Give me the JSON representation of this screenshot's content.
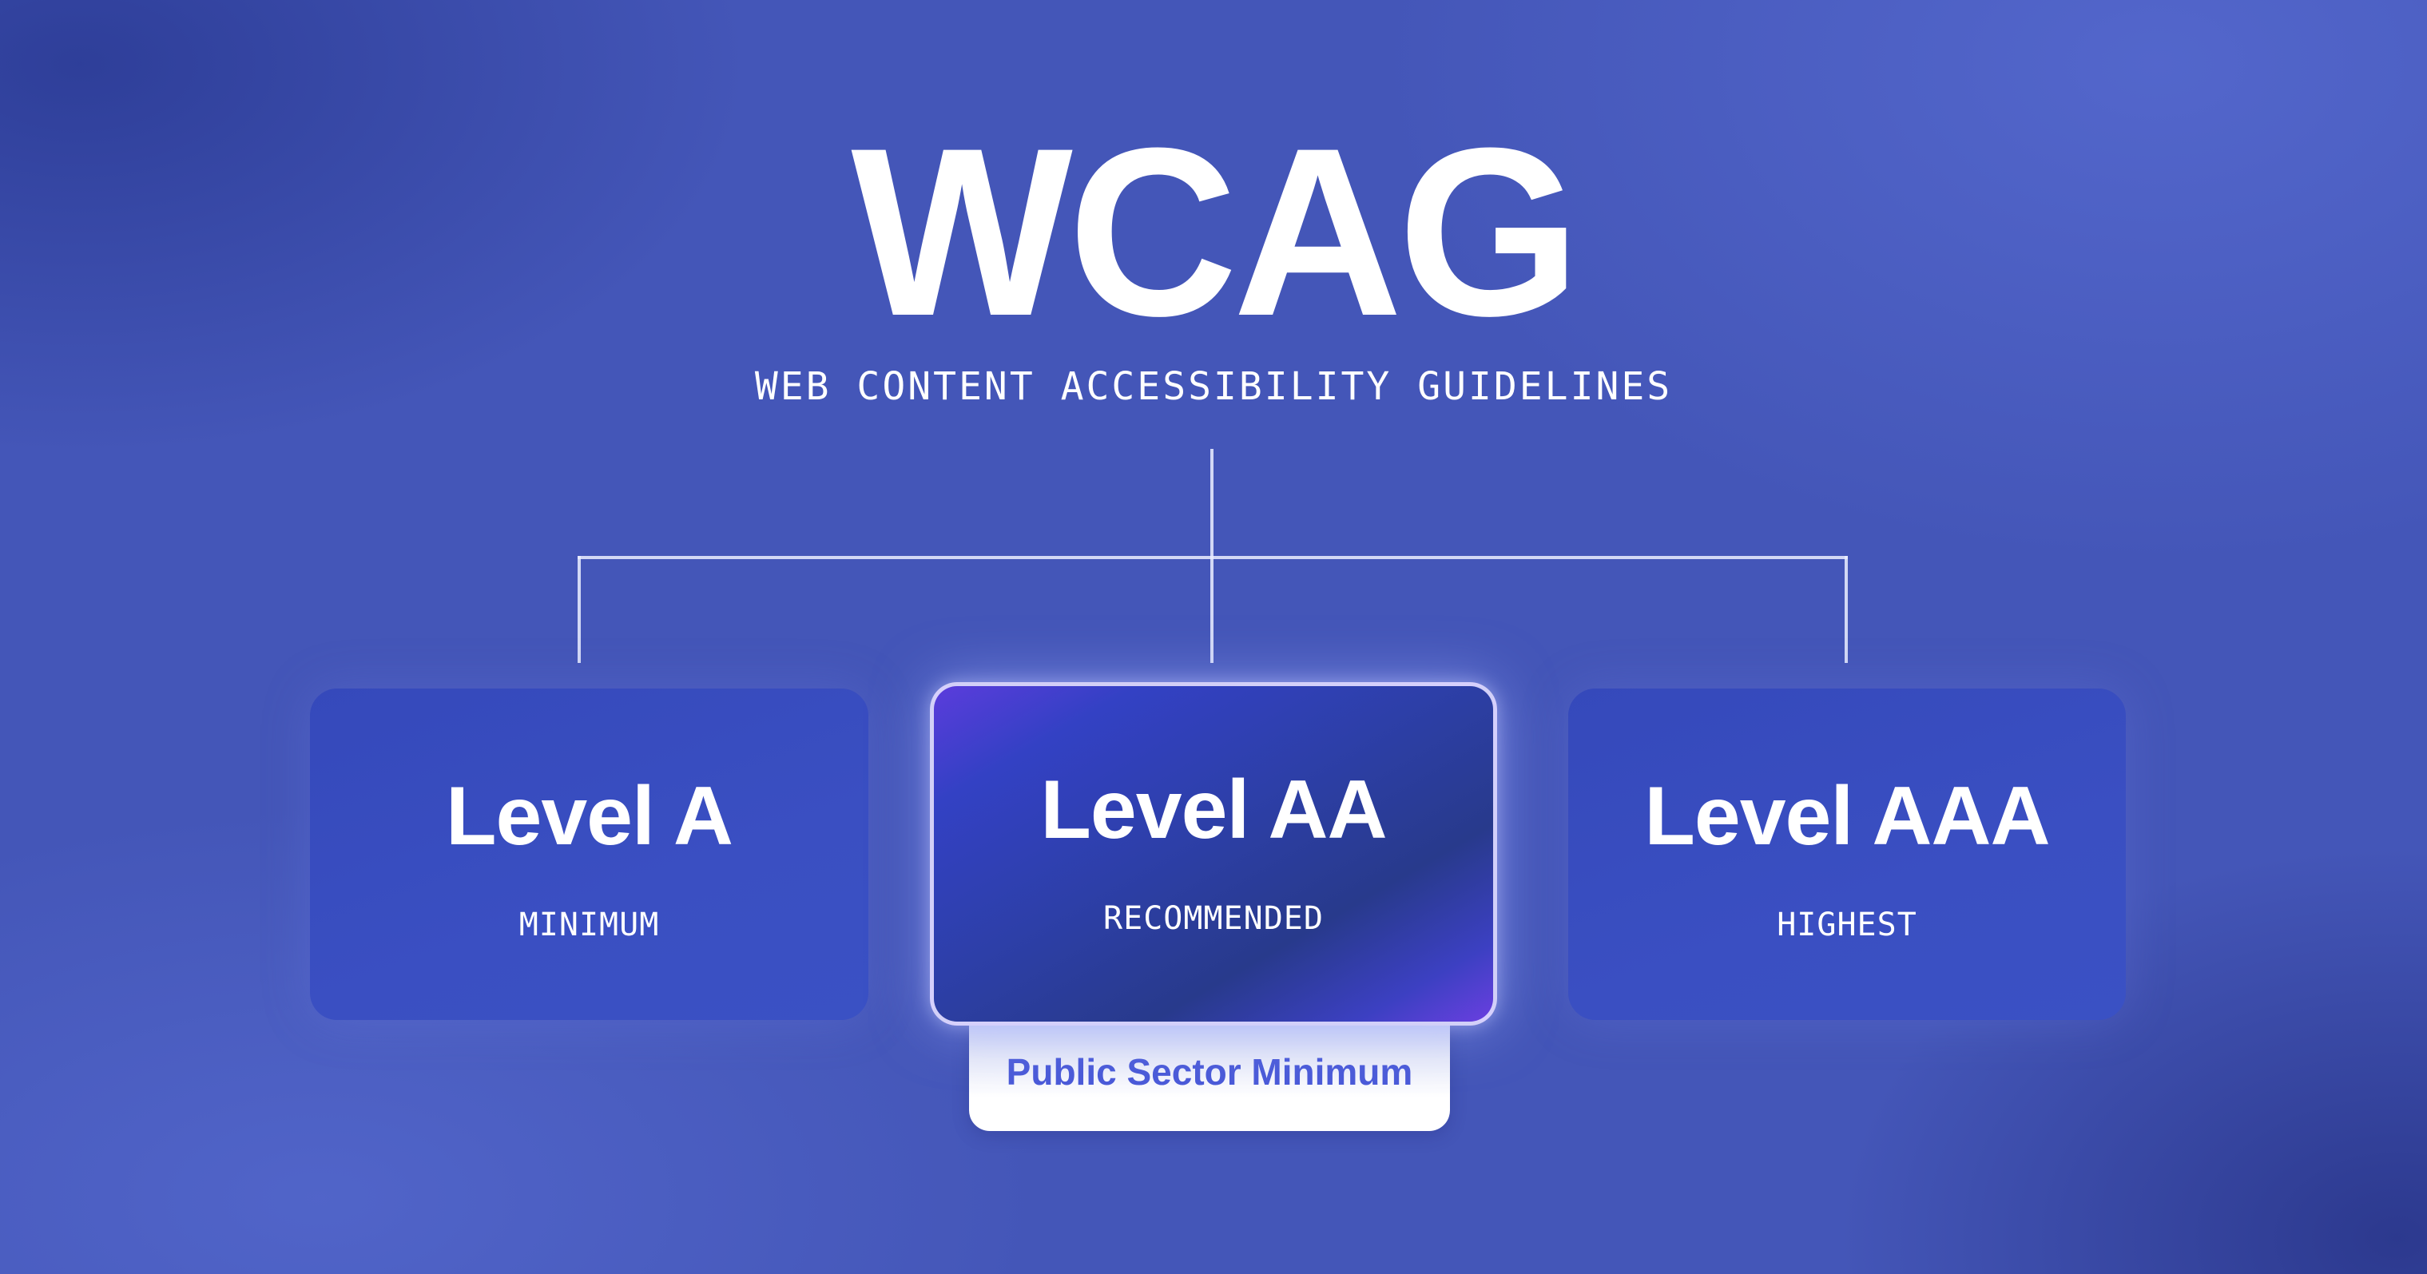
{
  "header": {
    "title": "WCAG",
    "subtitle": "WEB CONTENT ACCESSIBILITY GUIDELINES"
  },
  "levels": [
    {
      "title": "Level A",
      "subtitle": "MINIMUM",
      "featured": false
    },
    {
      "title": "Level AA",
      "subtitle": "RECOMMENDED",
      "featured": true
    },
    {
      "title": "Level AAA",
      "subtitle": "HIGHEST",
      "featured": false
    }
  ],
  "badge": {
    "label": "Public Sector Minimum"
  },
  "colors": {
    "background": "#4456b8",
    "card": "#3549bb",
    "featured_border": "#e1dcff",
    "badge_text": "#4a5ad8"
  }
}
